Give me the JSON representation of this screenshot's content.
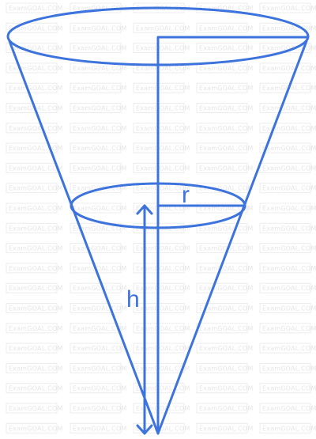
{
  "watermark": {
    "text": "ExamGOAL.COM"
  },
  "labels": {
    "radius": "r",
    "height": "h"
  },
  "colors": {
    "stroke": "#3d73dd",
    "watermark": "#e6e6e6"
  }
}
